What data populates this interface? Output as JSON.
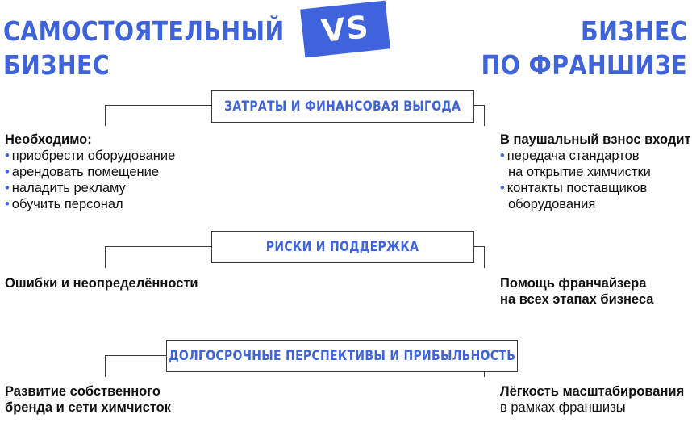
{
  "titles": {
    "left_line1": "САМОСТОЯТЕЛЬНЫЙ",
    "left_line2": "БИЗНЕС",
    "vs": "VS",
    "right_line1": "БИЗНЕС",
    "right_line2": "ПО ФРАНШИЗЕ"
  },
  "sections": [
    {
      "label": "ЗАТРАТЫ И ФИНАНСОВАЯ ВЫГОДА",
      "left_heading": "Необходимо:",
      "left_items": [
        "приобрести оборудование",
        "арендовать помещение",
        "наладить рекламу",
        "обучить персонал"
      ],
      "right_heading": "В паушальный взнос входит",
      "right_items": [
        {
          "line1": "передача стандартов",
          "line2": "на открытие химчистки"
        },
        {
          "line1": "контакты поставщиков",
          "line2": "оборудования"
        }
      ]
    },
    {
      "label": "РИСКИ И ПОДДЕРЖКА",
      "left_line1": "Ошибки и неопределённости",
      "right_line1": "Помощь франчайзера",
      "right_line2": "на всех этапах бизнеса"
    },
    {
      "label": "ДОЛГОСРОЧНЫЕ ПЕРСПЕКТИВЫ И ПРИБЫЛЬНОСТЬ",
      "left_line1": "Развитие собственного",
      "left_line2": "бренда и сети химчисток",
      "right_line1": "Лёгкость масштабирования",
      "right_line2": "в рамках франшизы"
    }
  ],
  "colors": {
    "accent": "#3e63dc",
    "line": "#3a3a3a",
    "text": "#111111"
  }
}
